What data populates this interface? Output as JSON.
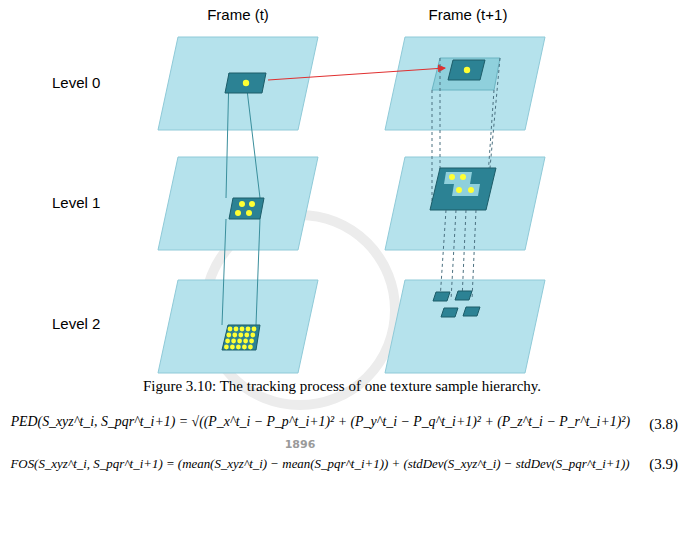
{
  "diagram": {
    "caption": "Figure 3.10: The tracking process of one texture sample hierarchy.",
    "labels": [
      "Frame (t)",
      "Frame (t+1)",
      "Level 0",
      "Level 1",
      "Level 2",
      "PED(S_xyz^t_i, S_pqr^t_i+1) = √((P_x^t_i − P_p^t_i+1)² + (P_y^t_i − P_q^t_i+1)² + (P_z^t_i − P_r^t_i+1)²)",
      "(3.8)",
      "FOS(S_xyz^t_i, S_pqr^t_i+1) = (mean(S_xyz^t_i) − mean(S_pqr^t_i+1)) + (stdDev(S_xyz^t_i) − stdDev(S_pqr^t_i+1))",
      "(3.9)",
      "1896"
    ]
  }
}
